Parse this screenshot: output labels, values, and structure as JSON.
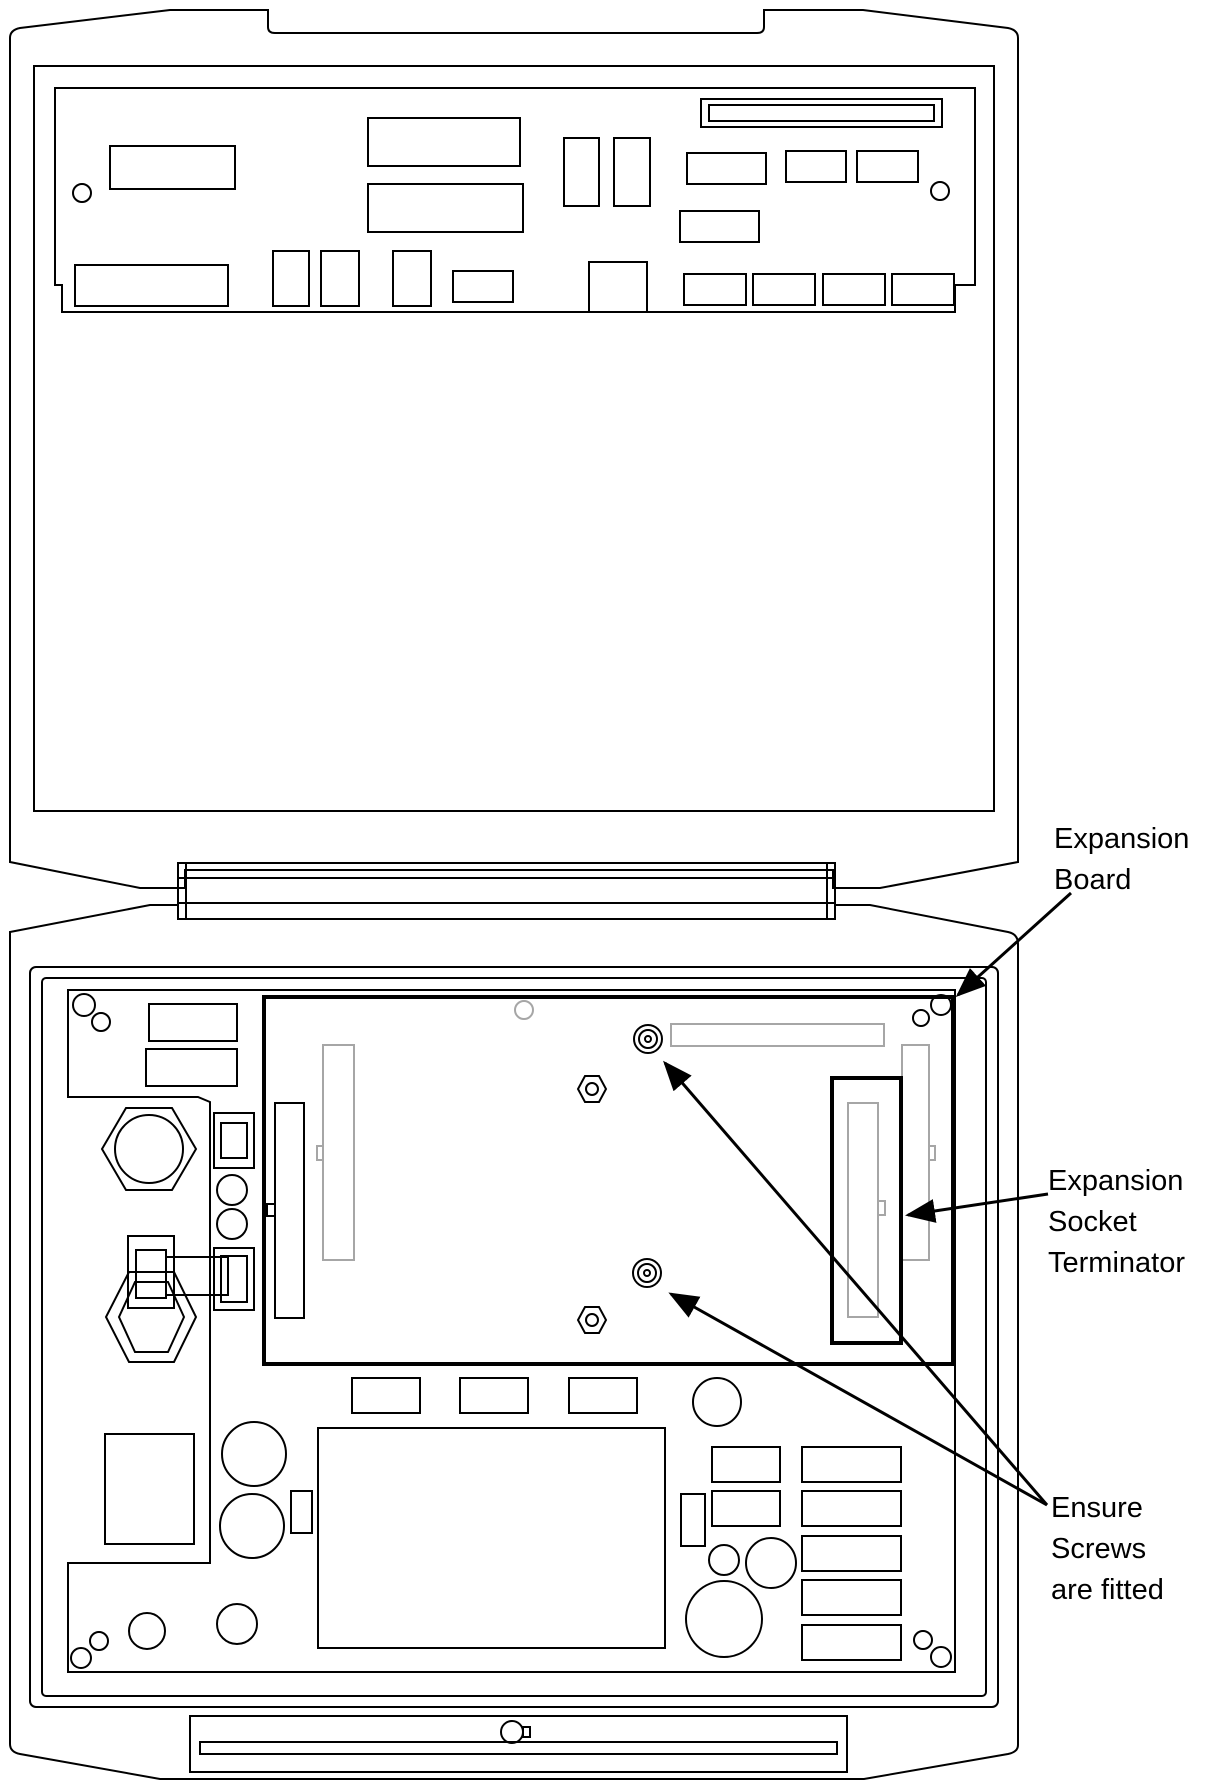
{
  "labels": {
    "expansion_board": [
      "Expansion",
      "Board"
    ],
    "socket_terminator": [
      "Expansion",
      "Socket",
      "Terminator"
    ],
    "ensure_screws": [
      "Ensure",
      "Screws",
      "are fitted"
    ]
  },
  "colors": {
    "ink": "#000000",
    "faint": "#a6a6a6",
    "background": "#ffffff"
  }
}
